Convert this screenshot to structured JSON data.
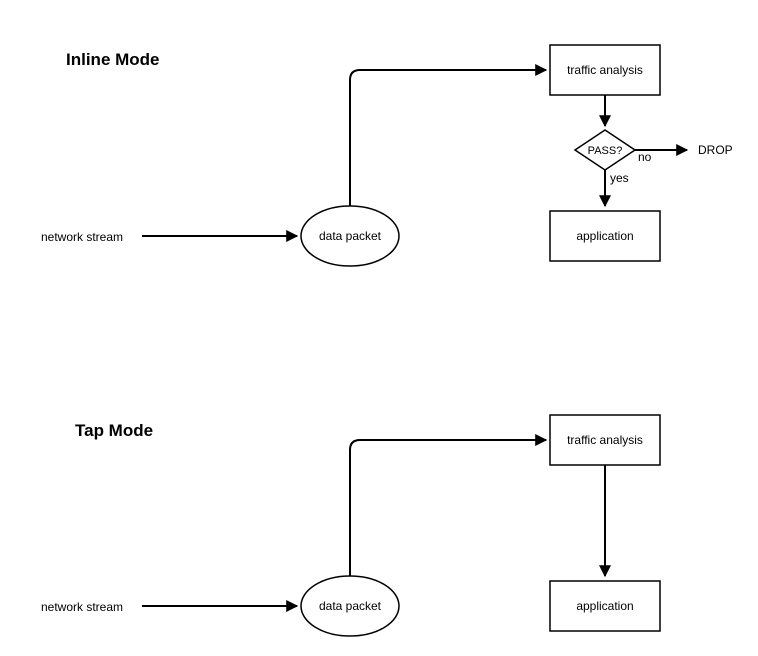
{
  "inline": {
    "title": "Inline Mode",
    "source": "network stream",
    "packet": "data packet",
    "analysis": "traffic analysis",
    "decision": "PASS?",
    "no_label": "no",
    "yes_label": "yes",
    "drop": "DROP",
    "app": "application"
  },
  "tap": {
    "title": "Tap Mode",
    "source": "network stream",
    "packet": "data packet",
    "analysis": "traffic analysis",
    "app": "application"
  }
}
